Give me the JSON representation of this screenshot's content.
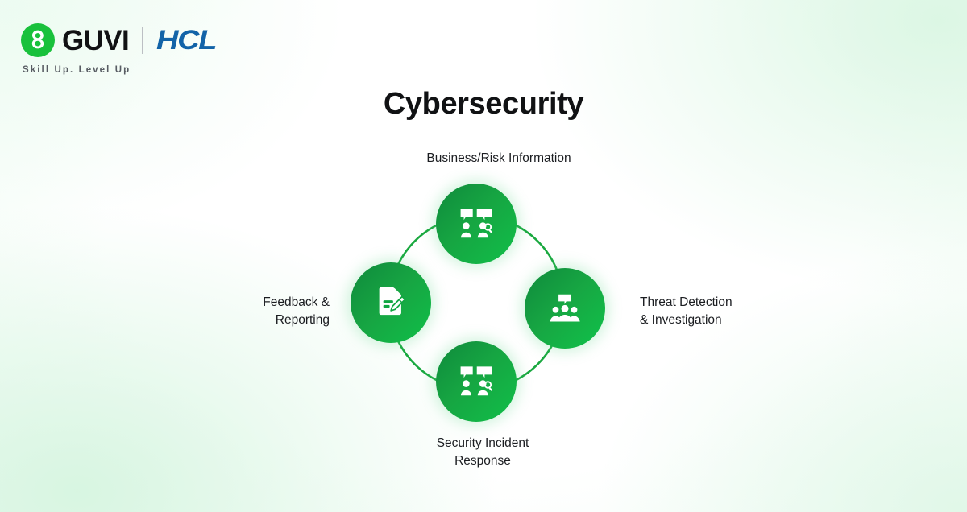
{
  "brand": {
    "guvi_name": "GUVI",
    "guvi_logo_icon": "guvi-g-mark-icon",
    "partner_name": "HCL",
    "tagline": "Skill Up. Level Up",
    "divider_icon": "vertical-divider-icon"
  },
  "page": {
    "title": "Cybersecurity"
  },
  "diagram": {
    "type": "cycle",
    "ring_color": "#19a83f",
    "node_gradient_from": "#0f8a3c",
    "node_gradient_to": "#11bf49",
    "background_accent": "#e1f7e8",
    "nodes": [
      {
        "position": "top",
        "label": "Business/Risk Information",
        "icon": "two-people-speech-bubbles-magnifier-icon"
      },
      {
        "position": "right",
        "label": "Threat Detection\n& Investigation",
        "icon": "people-group-speech-bubble-icon"
      },
      {
        "position": "bottom",
        "label": "Security Incident\nResponse",
        "icon": "two-people-speech-bubbles-magnifier-icon"
      },
      {
        "position": "left",
        "label": "Feedback &\nReporting",
        "icon": "document-pen-edit-icon"
      }
    ]
  }
}
